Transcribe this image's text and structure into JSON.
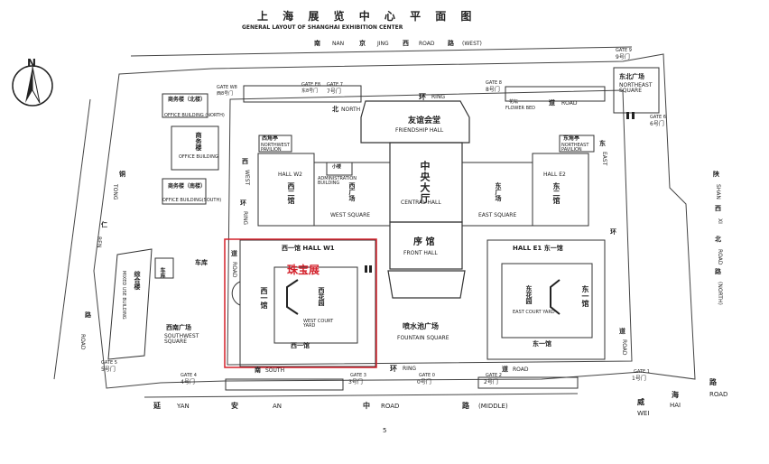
{
  "title_cn": "上 海 展 览 中 心 平 面 图",
  "title_en": "GENERAL LAYOUT OF SHANGHAI EXHIBITION CENTER",
  "north_label": "N",
  "roads": {
    "north": {
      "cn1": "南",
      "en1": "NAN",
      "cn2": "京",
      "en2": "JING",
      "cn3": "西",
      "en3": "ROAD",
      "cn4": "路",
      "en4": "(WEST)"
    },
    "south": {
      "cn1": "延",
      "en1": "YAN",
      "cn2": "安",
      "en2": "AN",
      "cn3": "中",
      "en3": "ROAD",
      "cn4": "路",
      "en4": "(MIDDLE)"
    },
    "west": {
      "cn1": "铜",
      "en1": "TONG",
      "cn2": "仁",
      "en2": "REN",
      "cn3": "路",
      "en3": "ROAD"
    },
    "east": {
      "cn1": "陕",
      "en1": "SHAN",
      "cn2": "西",
      "en2": "XI",
      "cn3": "北",
      "en3": "ROAD",
      "cn4": "路",
      "en4": "(NORTH)"
    },
    "haiwei": {
      "cn1": "威",
      "en1": "WEI",
      "cn2": "海",
      "en2": "HAI",
      "cn3": "路",
      "en3": "ROAD"
    },
    "ring_top": {
      "cn": "环",
      "en": "RING"
    },
    "ring_north": {
      "cn": "北",
      "en": "NORTH"
    },
    "ring_left_cn": "环",
    "ring_left_en": "RING",
    "west_cn": "西",
    "west_en": "WEST",
    "road_left_cn": "道",
    "road_left_en": "ROAD",
    "ring_right_cn": "环",
    "road_right_cn": "道",
    "road_right_en": "ROAD",
    "east_cn": "东",
    "east_en": "EAST",
    "ring_bottom": {
      "cn": "环",
      "en": "RING"
    },
    "south_label": {
      "cn": "南",
      "en": "SOUTH"
    },
    "road_top_right": {
      "cn": "道",
      "en": "ROAD"
    },
    "road_bottom_right": {
      "cn": "道",
      "en": "ROAD"
    }
  },
  "gates": {
    "g9": {
      "en": "GATE 9",
      "cn": "9号门"
    },
    "g8": {
      "en": "GATE 8",
      "cn": "8号门"
    },
    "g7": {
      "en": "GATE 7",
      "cn": "7号门"
    },
    "g6": {
      "en": "GATE 6",
      "cn": "6号门"
    },
    "g5": {
      "en": "GATE 5",
      "cn": "5号门"
    },
    "g4": {
      "en": "GATE 4",
      "cn": "4号门"
    },
    "g3": {
      "en": "GATE 3",
      "cn": "3号门"
    },
    "g2": {
      "en": "GATE 2",
      "cn": "2号门"
    },
    "g1": {
      "en": "GATE 1",
      "cn": "1号门"
    },
    "g0": {
      "en": "GATE 0",
      "cn": "0号门"
    },
    "w8": {
      "en": "GATE W8",
      "cn": "西8号门"
    },
    "e8": {
      "en": "GATE E8",
      "cn": "东8号门"
    }
  },
  "places": {
    "friendship_cn": "友谊会堂",
    "friendship_en": "FRIENDSHIP HALL",
    "central_cn": "中央大厅",
    "central_en": "CENTRAL HALL",
    "front_cn": "序 馆",
    "front_en": "FRONT HALL",
    "west_square_cn": "西广场",
    "west_square_en": "WEST SQUARE",
    "east_square_cn": "东广场",
    "east_square_en": "EAST SQUARE",
    "hall_w2_en": "HALL W2",
    "hall_w2_cn": "西二馆",
    "hall_e2_en": "HALL E2",
    "hall_e2_cn": "东二馆",
    "hall_w1_top": "西一馆 HALL W1",
    "hall_w1_left": "西一馆",
    "hall_w1_bottom": "西一馆",
    "hall_e1_top": "HALL E1 东一馆",
    "hall_e1_right": "东一馆",
    "hall_e1_bottom": "东一馆",
    "west_court_cn": "西花园",
    "west_court_en": "WEST COURT YARD",
    "east_court_cn": "东花园",
    "east_court_en": "EAST COURT YARD",
    "jewelry": "珠宝展",
    "fountain_cn": "喷水池广场",
    "fountain_en": "FOUNTAIN SQUARE",
    "sw_square_cn": "西南广场",
    "sw_square_en": "SOUTHWEST SQUARE",
    "ne_square_cn": "东北广场",
    "ne_square_en": "NORTHEAST SQUARE",
    "nw_pavilion_cn": "西角亭",
    "nw_pavilion_en": "NORTHWEST PAVILION",
    "ne_pavilion_cn": "东角亭",
    "ne_pavilion_en": "NORTHEAST PAVILION",
    "admin_cn": "小楼",
    "admin_en": "ADMINISTRATION BUILDING",
    "office_north_cn": "商务楼（北楼）",
    "office_north_en": "OFFICE BUILDING (NORTH)",
    "office_cn": "商务楼",
    "office_en": "OFFICE BUILDING",
    "office_south_cn": "商务楼（南楼）",
    "office_south_en": "OFFICE BUILDING(SOUTH)",
    "mixed_cn": "综合楼",
    "mixed_en": "MIXED USE BUILDING",
    "garage": "车库",
    "garage2": "车库",
    "flower_bed_cn": "花坛",
    "flower_bed_en": "FLOWER BED"
  },
  "page_number": "5"
}
